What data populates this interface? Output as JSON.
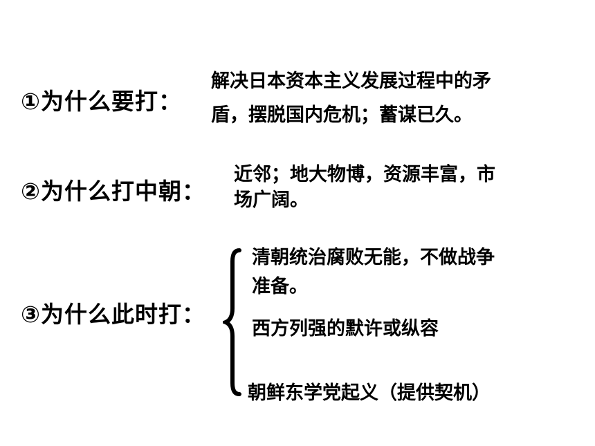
{
  "items": [
    {
      "question": "①为什么要打：",
      "answer": [
        "解决日本资本主义发展过程中的矛",
        "盾，摆脱国内危机；蓄谋已久。"
      ]
    },
    {
      "question": "②为什么打中朝：",
      "answer": [
        "近邻；地大物博，资源丰富，市",
        "场广阔。"
      ]
    },
    {
      "question": "③为什么此时打：",
      "reasons": [
        [
          "清朝统治腐败无能，不做战争",
          "准备。"
        ],
        "西方列强的默许或纵容",
        "朝鲜东学党起义（提供契机）"
      ]
    }
  ]
}
